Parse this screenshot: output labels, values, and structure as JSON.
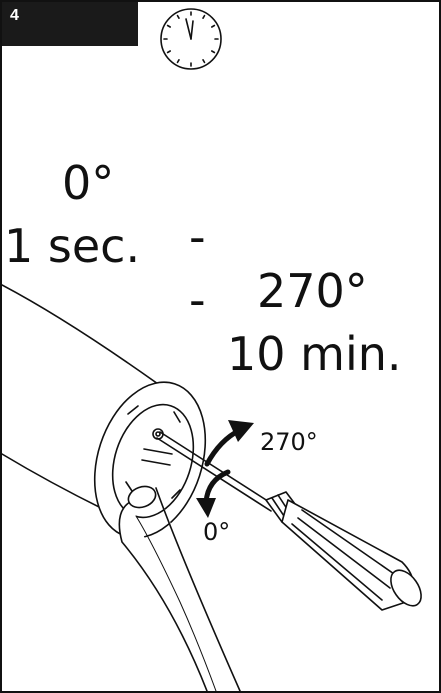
{
  "step": {
    "number": "4"
  },
  "icons": {
    "clock": "clock-icon",
    "arrow_cw": "curved-arrow-up-icon",
    "arrow_ccw": "curved-arrow-down-icon"
  },
  "range": {
    "angle_min": "0°",
    "angle_sep": "-",
    "angle_max": "270°",
    "time_min": "1 sec.",
    "time_sep": "-",
    "time_max": "10 min."
  },
  "figure": {
    "label_max": "270°",
    "label_min": "0°"
  },
  "colors": {
    "badge": "#1a1a1a",
    "line": "#111111",
    "paper": "#ffffff"
  }
}
